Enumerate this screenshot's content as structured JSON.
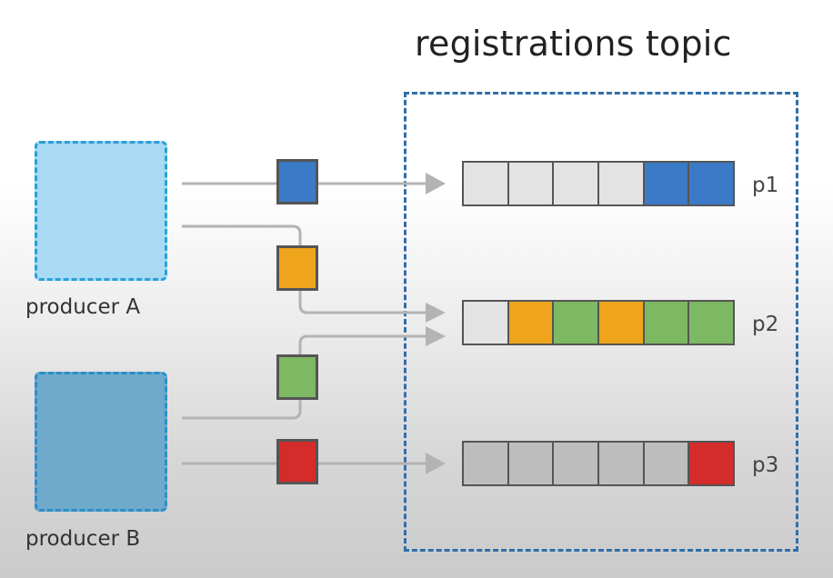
{
  "title": "registrations topic",
  "producers": [
    {
      "label": "producer A",
      "fill": "#a8daf3"
    },
    {
      "label": "producer B",
      "fill": "#6fa9cb"
    }
  ],
  "colors": {
    "blue": "#3b7ac6",
    "orange": "#eea51c",
    "green": "#7db863",
    "red": "#d42b2b",
    "empty_light": "#e3e3e3",
    "empty_dark": "#bdbdbd",
    "arrow": "#b3b3b3",
    "border": "#555555"
  },
  "messages": [
    {
      "name": "message-blue",
      "color": "#3b7ac6"
    },
    {
      "name": "message-orange",
      "color": "#eea51c"
    },
    {
      "name": "message-green",
      "color": "#7db863"
    },
    {
      "name": "message-red",
      "color": "#d42b2b"
    }
  ],
  "partitions": [
    {
      "label": "p1",
      "cells": [
        "#e3e3e3",
        "#e3e3e3",
        "#e3e3e3",
        "#e3e3e3",
        "#3b7ac6",
        "#3b7ac6"
      ]
    },
    {
      "label": "p2",
      "cells": [
        "#e3e3e3",
        "#eea51c",
        "#7db863",
        "#eea51c",
        "#7db863",
        "#7db863"
      ]
    },
    {
      "label": "p3",
      "cells": [
        "#bdbdbd",
        "#bdbdbd",
        "#bdbdbd",
        "#bdbdbd",
        "#bdbdbd",
        "#d42b2b"
      ]
    }
  ]
}
